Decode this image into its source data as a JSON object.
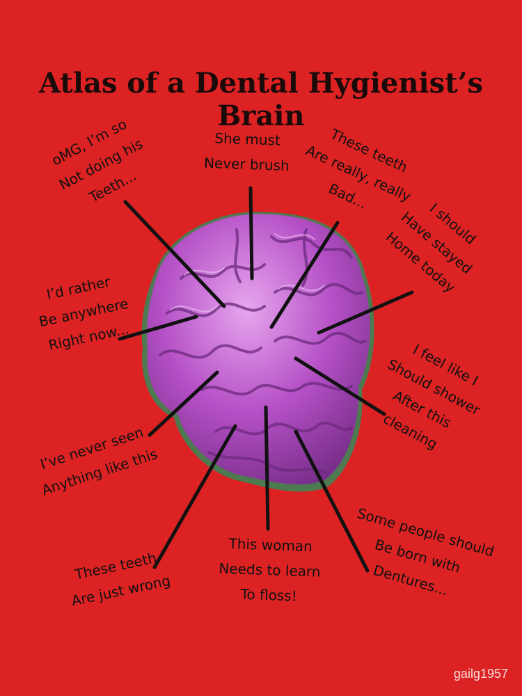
{
  "title": "Atlas of a Dental Hygienist’s Brain",
  "labels": [
    {
      "lines": [
        "oMG, I’m so",
        "Not doing his",
        "Teeth..."
      ]
    },
    {
      "lines": [
        "She must",
        "Never brush"
      ]
    },
    {
      "lines": [
        "These teeth",
        "Are really, really",
        "Bad..."
      ]
    },
    {
      "lines": [
        "I should",
        "Have stayed",
        "Home today"
      ]
    },
    {
      "lines": [
        "I’d rather",
        "Be anywhere",
        "Right now..."
      ]
    },
    {
      "lines": [
        "I feel like I",
        "Should shower",
        "After this",
        "cleaning"
      ]
    },
    {
      "lines": [
        "I’ve never seen",
        "Anything like this"
      ]
    },
    {
      "lines": [
        "Some people should",
        "Be born with",
        "Dentures..."
      ]
    },
    {
      "lines": [
        "These teeth",
        "Are just wrong"
      ]
    },
    {
      "lines": [
        "This woman",
        "Needs to learn",
        "To floss!"
      ]
    }
  ],
  "watermark": "gailg1957",
  "colors": {
    "background": "#dc2222",
    "brain": "#b04fc0",
    "brain_shadow": "#4e7a52",
    "text": "#111111"
  }
}
